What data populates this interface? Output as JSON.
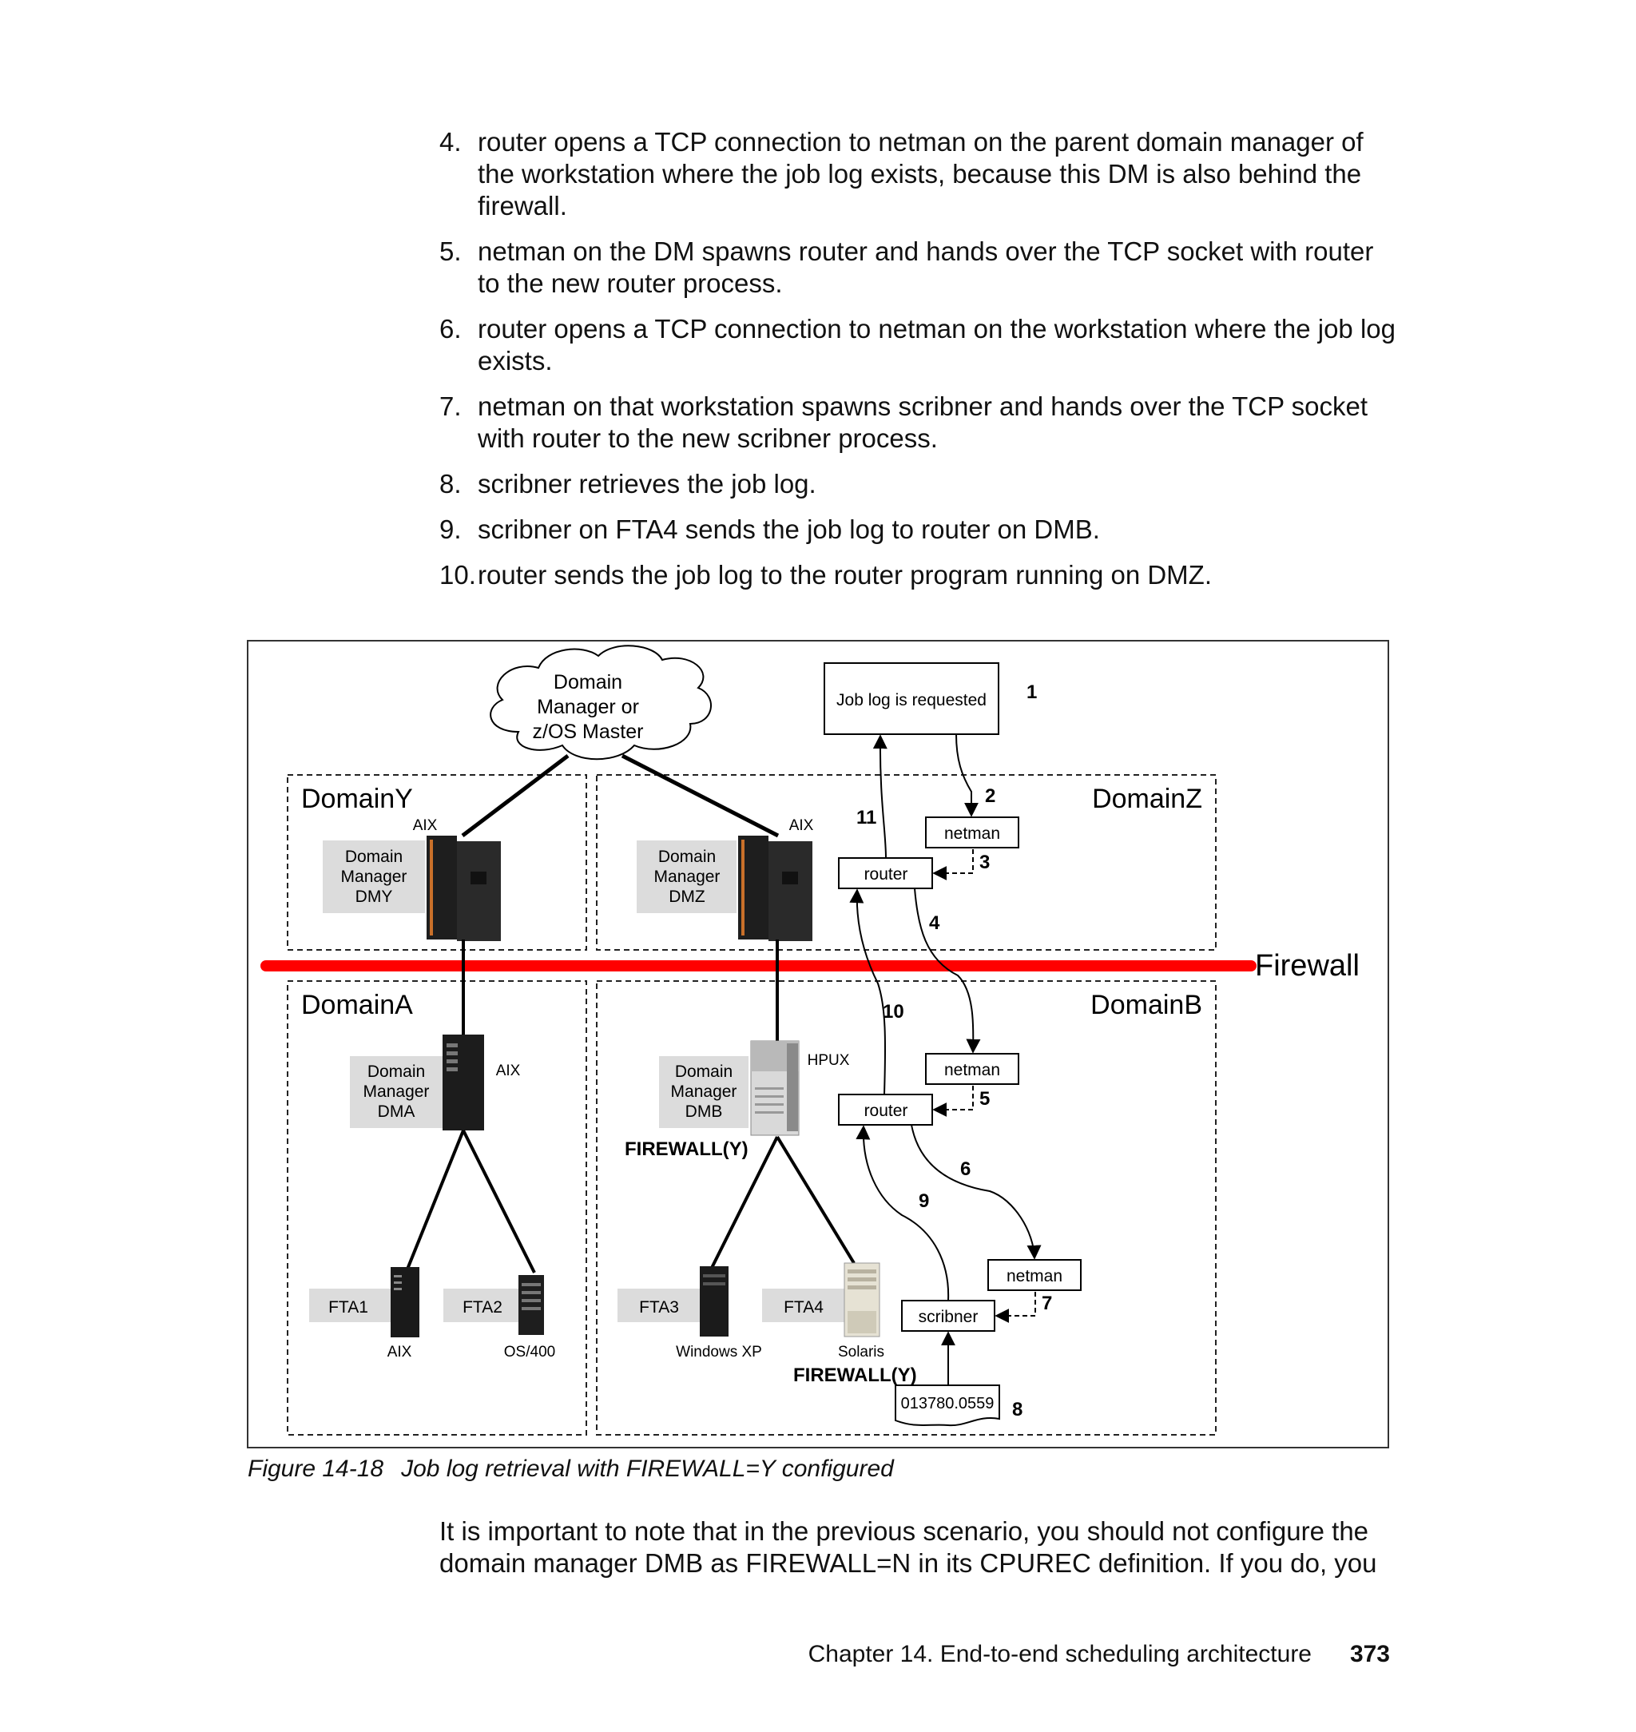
{
  "steps": [
    {
      "num": "4.",
      "text": "router opens a TCP connection to netman on the parent domain manager of the workstation where the job log exists, because this DM is also behind the firewall."
    },
    {
      "num": "5.",
      "text": "netman on the DM spawns router and hands over the TCP socket with router to the new router process."
    },
    {
      "num": "6.",
      "text": "router opens a TCP connection to netman on the workstation where the job log exists."
    },
    {
      "num": "7.",
      "text": "netman on that workstation spawns scribner and hands over the TCP socket with router to the new scribner process."
    },
    {
      "num": "8.",
      "text": "scribner retrieves the job log."
    },
    {
      "num": "9.",
      "text": "scribner on FTA4 sends the job log to router on DMB."
    },
    {
      "num": "10.",
      "text": "router sends the job log to the router program running on DMZ."
    }
  ],
  "figure": {
    "cloud": [
      "Domain",
      "Manager or",
      "z/OS Master"
    ],
    "job_log_box": "Job log is requested",
    "domains": {
      "y": "DomainY",
      "z": "DomainZ",
      "a": "DomainA",
      "b": "DomainB"
    },
    "firewall": "Firewall",
    "dmy": {
      "os": "AIX",
      "label": [
        "Domain",
        "Manager",
        "DMY"
      ]
    },
    "dmz": {
      "os": "AIX",
      "label": [
        "Domain",
        "Manager",
        "DMZ"
      ]
    },
    "dma": {
      "os": "AIX",
      "label": [
        "Domain",
        "Manager",
        "DMA"
      ]
    },
    "dmb": {
      "os": "HPUX",
      "label": [
        "Domain",
        "Manager",
        "DMB"
      ],
      "flag": "FIREWALL(Y)"
    },
    "fta1": {
      "name": "FTA1",
      "os": "AIX"
    },
    "fta2": {
      "name": "FTA2",
      "os": "OS/400"
    },
    "fta3": {
      "name": "FTA3",
      "os": "Windows XP"
    },
    "fta4": {
      "name": "FTA4",
      "os": "Solaris",
      "flag": "FIREWALL(Y)"
    },
    "process_labels": {
      "netman": "netman",
      "router": "router",
      "scribner": "scribner"
    },
    "joblog_file": "013780.0559",
    "step_numbers": [
      "1",
      "2",
      "3",
      "4",
      "5",
      "6",
      "7",
      "8",
      "9",
      "10",
      "11"
    ]
  },
  "caption": {
    "number": "Figure 14-18",
    "title": "Job log retrieval with FIREWALL=Y configured"
  },
  "paragraph": "It is important to note that in the previous scenario, you should not configure the domain manager DMB as FIREWALL=N in its CPUREC definition. If you do, you",
  "footer": {
    "chapter": "Chapter 14. End-to-end scheduling architecture",
    "page": "373"
  },
  "colors": {
    "firewall": "#ff0000",
    "label_bg": "#dcdcdc",
    "server_dark": "#222222",
    "accent": "#c9702a"
  }
}
